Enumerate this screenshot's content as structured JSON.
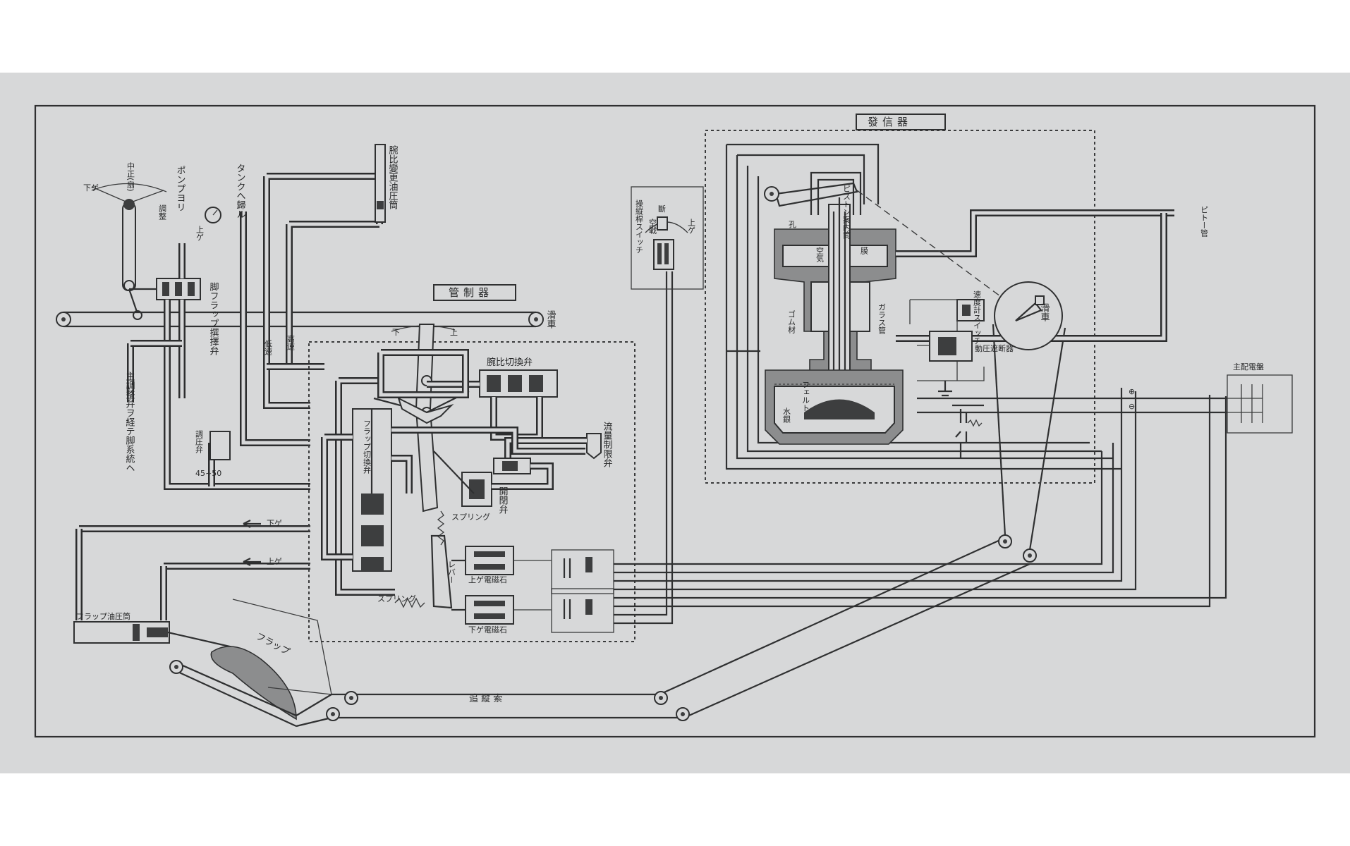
{
  "boxes": {
    "controller": "管制器",
    "transmitter": "發信器",
    "main_switchboard": "主配電盤"
  },
  "labels": {
    "neutral_trim": "中正(扇)",
    "down_left": "下ゲ",
    "trim": "調整",
    "from_pump": "ポンプヨリ",
    "up_small": "上ゲ",
    "to_tank": "タンクへ歸ル",
    "to_arm_ratio_cyl": "腕比變更油圧筒",
    "flap_select_valve": "脚フラップ撰擇弁",
    "main_system": "主調整弁ヲ経テ脚系統ヘ",
    "pulley_left": "滑車",
    "low_speed": "低速",
    "high_speed": "高速",
    "relief_valve": "調圧弁",
    "relief_setting": "45~50",
    "lever_down": "下",
    "lever_up": "上",
    "arm_ratio_switch_valve": "腕比切換弁",
    "flow_limit_valve": "流量制限弁",
    "flap_switch_valve": "フラップ切換弁",
    "spring": "スプリング",
    "open_close_valve": "開閉弁",
    "lever": "レバー",
    "spring2": "スプリング",
    "up_solenoid": "上ゲ電磁石",
    "down_solenoid": "下ゲ電磁石",
    "down_arrow": "下ゲ",
    "up_arrow": "上ゲ",
    "flap_cylinder": "フラップ油圧筒",
    "flap": "フラップ",
    "follow_wire": "追 縱 索",
    "stick_switch": "操縱桿スイッチ",
    "sw_off": "斷",
    "sw_air": "空戰",
    "sw_up": "上ゲ",
    "piston_guide": "ピストン案内筒",
    "hole": "孔",
    "air_chamber": "空気",
    "diaphragm": "膜",
    "glass_tube": "ガラス管",
    "rubber": "ゴム材",
    "felt": "フェルト",
    "mercury": "水銀",
    "speed_meter_switch": "速度計スイッチ",
    "pulley_right": "滑車",
    "dyn_pressure_breaker": "動圧遮断器",
    "pitot": "ピトー管",
    "plus": "⊕",
    "minus": "⊖"
  },
  "colors": {
    "paper": "#d7d8d9",
    "ink": "#2f3031"
  }
}
